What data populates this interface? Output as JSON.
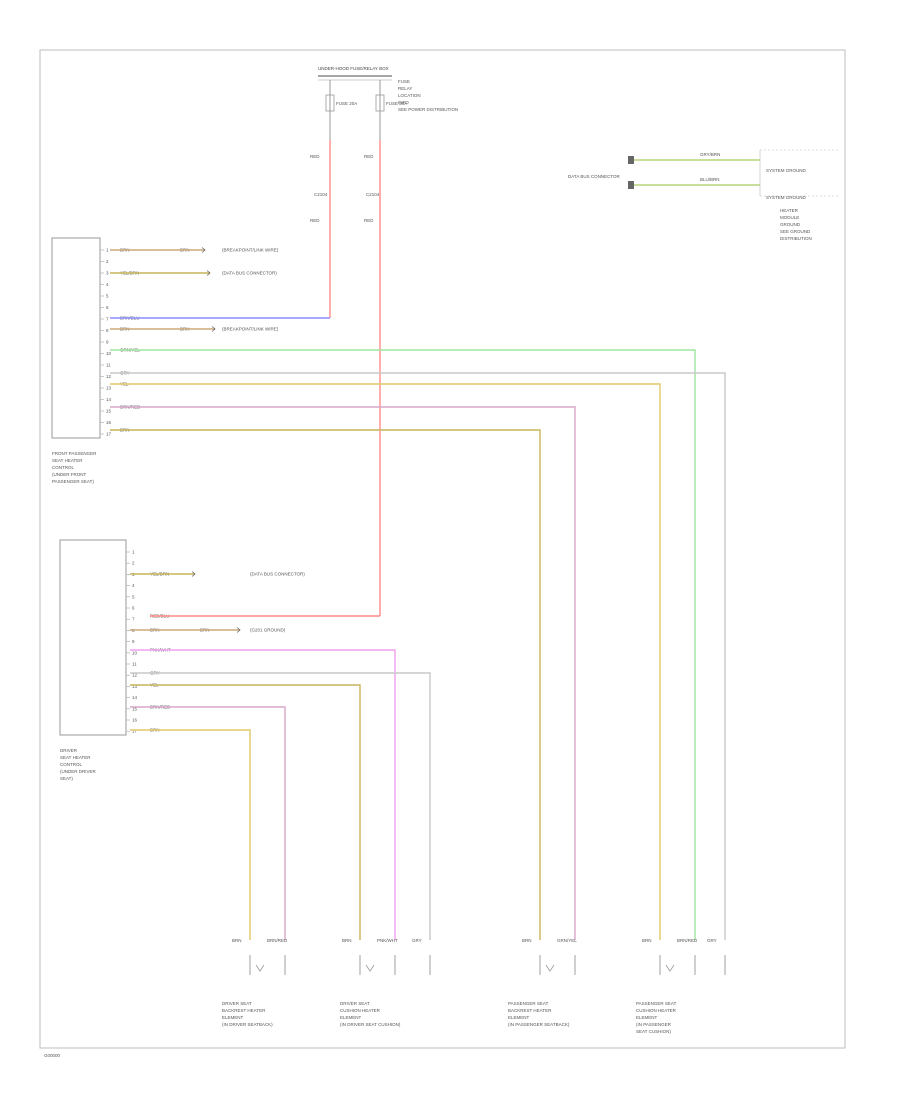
{
  "title_block": {
    "figure_id": "G00000"
  },
  "fuse_box": {
    "name": "UNDER-HOOD FUSE/RELAY BOX",
    "side_lines": [
      "FUSE",
      "RELAY",
      "LOCATION",
      "INFO",
      "SEE POWER DISTRIBUTION"
    ],
    "fuse_a": "FUSE 20A",
    "fuse_b": "FUSE 20A"
  },
  "connectors": {
    "c1": "C2104",
    "c2": "C2104"
  },
  "wire_labels": {
    "red": "RED",
    "red_2": "RED",
    "red_3": "RED",
    "red_4": "RED"
  },
  "front_passenger_module": {
    "name_lines": [
      "FRONT PASSENGER",
      "SEAT HEATER",
      "CONTROL",
      "(UNDER FRONT",
      "PASSENGER SEAT)"
    ],
    "pins": [
      "1",
      "2",
      "3",
      "4",
      "5",
      "6",
      "7",
      "8",
      "9",
      "10",
      "11",
      "12",
      "13",
      "14",
      "15",
      "16",
      "17"
    ],
    "rows": [
      {
        "label": "BRN",
        "inline": "BRN",
        "dest": "(BREAKPOINT/LINK WIRE)"
      },
      {
        "label": "YEL/BRN",
        "inline": "",
        "dest": "(DATA BUS CONNECTOR)"
      },
      {
        "label": "BRN/BLU",
        "inline": "",
        "dest": ""
      },
      {
        "label": "BRN",
        "inline": "BRN",
        "dest": "(BREAKPOINT/LINK WIRE)"
      },
      {
        "label": "GRN/YEL",
        "inline": "",
        "dest": ""
      },
      {
        "label": "GRY",
        "inline": "",
        "dest": ""
      },
      {
        "label": "YEL",
        "inline": "",
        "dest": ""
      },
      {
        "label": "BRN/RED",
        "inline": "",
        "dest": ""
      },
      {
        "label": "BRN",
        "inline": "",
        "dest": ""
      }
    ]
  },
  "driver_module": {
    "name_lines": [
      "DRIVER",
      "SEAT HEATER",
      "CONTROL",
      "(UNDER DRIVER",
      "SEAT)"
    ],
    "pins": [
      "1",
      "2",
      "3",
      "4",
      "5",
      "6",
      "7",
      "8",
      "9",
      "10",
      "11",
      "12",
      "13",
      "14",
      "15",
      "16",
      "17"
    ],
    "rows": [
      {
        "label": "YEL/BRN",
        "inline": "",
        "dest": "(DATA BUS CONNECTOR)"
      },
      {
        "label": "RED/BLU",
        "inline": "",
        "dest": ""
      },
      {
        "label": "BRN",
        "inline": "BRN",
        "dest": "(G201 GROUND)"
      },
      {
        "label": "PNK/WHT",
        "inline": "",
        "dest": ""
      },
      {
        "label": "GRY",
        "inline": "",
        "dest": ""
      },
      {
        "label": "YEL",
        "inline": "",
        "dest": ""
      },
      {
        "label": "BRN/RED",
        "inline": "",
        "dest": ""
      },
      {
        "label": "BRN",
        "inline": "",
        "dest": ""
      }
    ]
  },
  "right_block": {
    "wire_1": "GRY/BRN",
    "wire_2": "BLU/BRN",
    "label_left": "DATA BUS CONNECTOR",
    "label_right_1": "SYSTEM GROUND",
    "label_right_2": "SYSTEM GROUND",
    "note_lines": [
      "HEATER",
      "MODULE",
      "GROUND",
      "SEE GROUND",
      "DISTRIBUTION"
    ]
  },
  "bottom_components": [
    {
      "id": "driver-seat-heater",
      "wires": [
        "BRN",
        "BRN/RED"
      ],
      "lines": [
        "DRIVER SEAT",
        "BACKREST HEATER",
        "ELEMENT",
        "(IN DRIVER SEATBACK)"
      ]
    },
    {
      "id": "driver-seat-cushion",
      "wires": [
        "BRN",
        "PNK/WHT",
        "GRY"
      ],
      "lines": [
        "DRIVER SEAT",
        "CUSHION HEATER",
        "ELEMENT",
        "(IN DRIVER SEAT CUSHION)"
      ]
    },
    {
      "id": "passenger-seat-heater",
      "wires": [
        "BRN",
        "GRN/YEL"
      ],
      "lines": [
        "PASSENGER SEAT",
        "BACKREST HEATER",
        "ELEMENT",
        "(IN PASSENGER SEATBACK)"
      ]
    },
    {
      "id": "passenger-seat-cushion",
      "wires": [
        "BRN",
        "BRN/RED",
        "GRY"
      ],
      "lines": [
        "PASSENGER SEAT",
        "CUSHION HEATER",
        "ELEMENT",
        "(IN PASSENGER",
        "SEAT CUSHION)"
      ]
    }
  ],
  "colors": {
    "red": "#ff8a8a",
    "blue": "#8c8cff",
    "green": "#9ee59e",
    "yellow": "#e0c86a",
    "olive": "#c9b45a",
    "pink": "#f0a0f0",
    "purple_pink": "#d8a8c8",
    "gray": "#c8c8c8",
    "brown": "#c8aa78"
  }
}
